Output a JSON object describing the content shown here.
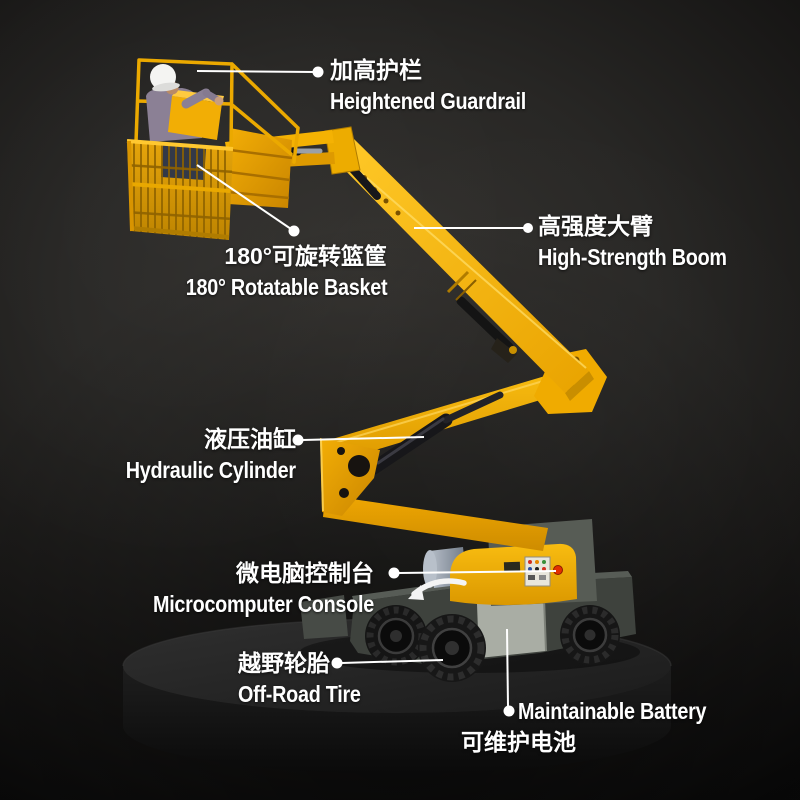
{
  "colors": {
    "machine_yellow": "#F5B000",
    "callout_line": "#FFFFFF",
    "callout_text": "#FFFFFF",
    "background": "#1C1B1A"
  },
  "callouts": [
    {
      "id": "heightened-guardrail",
      "zh": "加高护栏",
      "en": "Heightened Guardrail"
    },
    {
      "id": "rotatable-basket",
      "zh": "180°可旋转篮筐",
      "en": "180° Rotatable Basket"
    },
    {
      "id": "high-strength-boom",
      "zh": "高强度大臂",
      "en": "High-Strength Boom"
    },
    {
      "id": "hydraulic-cylinder",
      "zh": "液压油缸",
      "en": "Hydraulic Cylinder"
    },
    {
      "id": "microcomputer-console",
      "zh": "微电脑控制台",
      "en": "Microcomputer Console"
    },
    {
      "id": "off-road-tire",
      "zh": "越野轮胎",
      "en": "Off-Road Tire"
    },
    {
      "id": "maintainable-battery",
      "zh": "可维护电池",
      "en": "Maintainable Battery"
    }
  ]
}
